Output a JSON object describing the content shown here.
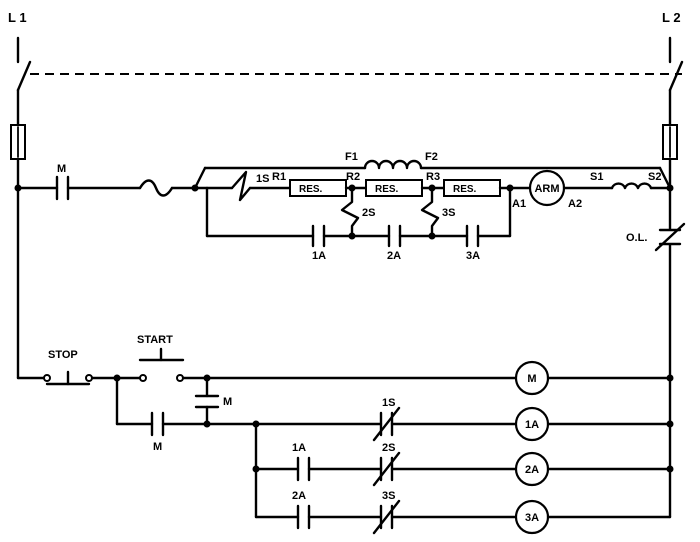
{
  "lines": {
    "l1": "L 1",
    "l2": "L 2"
  },
  "power": {
    "main_contact": "M",
    "field": {
      "name": "F1",
      "end": "F2"
    },
    "series_contact": "1S",
    "r1": "R1",
    "r2": "R2",
    "r3": "R3",
    "res_label": "RES.",
    "s2_tap": "2S",
    "s3_tap": "3S",
    "a1": "A1",
    "a2": "A2",
    "armature": "ARM",
    "series_field": {
      "start": "S1",
      "end": "S2"
    },
    "bypass_1a": "1A",
    "bypass_2a": "2A",
    "bypass_3a": "3A",
    "overload": "O.L."
  },
  "control": {
    "stop": "STOP",
    "start": "START",
    "seal_in_a": "M",
    "seal_in_b": "M",
    "rung2_nc": "1S",
    "rung3_no": "1A",
    "rung3_nc": "2S",
    "rung4_no": "2A",
    "rung4_nc": "3S",
    "coil_m": "M",
    "coil_1a": "1A",
    "coil_2a": "2A",
    "coil_3a": "3A"
  }
}
